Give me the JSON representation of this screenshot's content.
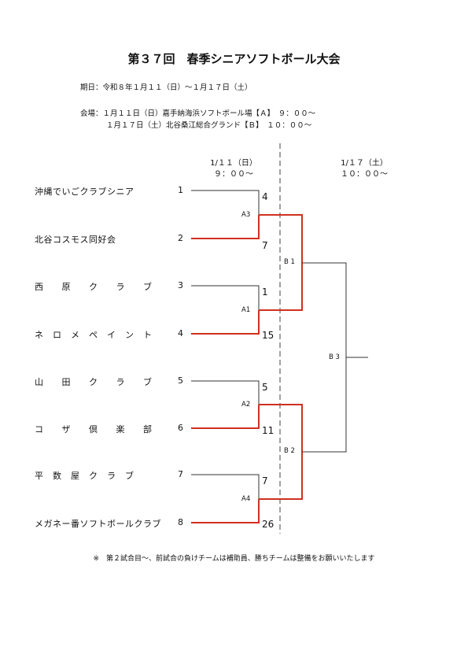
{
  "title": "第３７回　春季シニアソフトボール大会",
  "schedule": {
    "dates": "期日：令和８年１月１１（日）～１月１７日（土）",
    "venue_a": "会場：１月１１日（日）嘉手納海浜ソフトボール場【Ａ】　９：００～",
    "venue_b": "１月１７日（土）北谷桑江総合グランド【Ｂ】　１０：００～"
  },
  "columns": [
    {
      "date": "1/１１（日）",
      "time": "９：００～"
    },
    {
      "date": "1/１７（土）",
      "time": "１０：００～"
    }
  ],
  "teams": [
    {
      "name": "沖縄でいごクラブシニア",
      "seed": "1",
      "score": "4"
    },
    {
      "name": "北谷コスモス同好会",
      "seed": "2",
      "score": "7"
    },
    {
      "name": "西　　原　　ク　　ラ　　ブ",
      "seed": "3",
      "score": "1"
    },
    {
      "name": "ネ　ロ　メ　ペ　イ　ン　ト",
      "seed": "4",
      "score": "15"
    },
    {
      "name": "山　　田　　ク　　ラ　　ブ",
      "seed": "5",
      "score": "5"
    },
    {
      "name": "コ　　ザ　　倶　　楽　　部",
      "seed": "6",
      "score": "11"
    },
    {
      "name": "平　数　屋　ク　ラ　ブ",
      "seed": "7",
      "score": "7"
    },
    {
      "name": "メガネー番ソフトボールクラブ",
      "seed": "8",
      "score": "26"
    }
  ],
  "matches": {
    "round1": [
      "A3",
      "A1",
      "A2",
      "A4"
    ],
    "round2": [
      "B 1",
      "B 2"
    ],
    "final": "B 3"
  },
  "note": "※　第２試合目～、前試合の負けチームは補助員、勝ちチームは整備をお願いいたします",
  "colors": {
    "winner_line": "#d03020",
    "line": "#333333",
    "divider": "#444444"
  }
}
